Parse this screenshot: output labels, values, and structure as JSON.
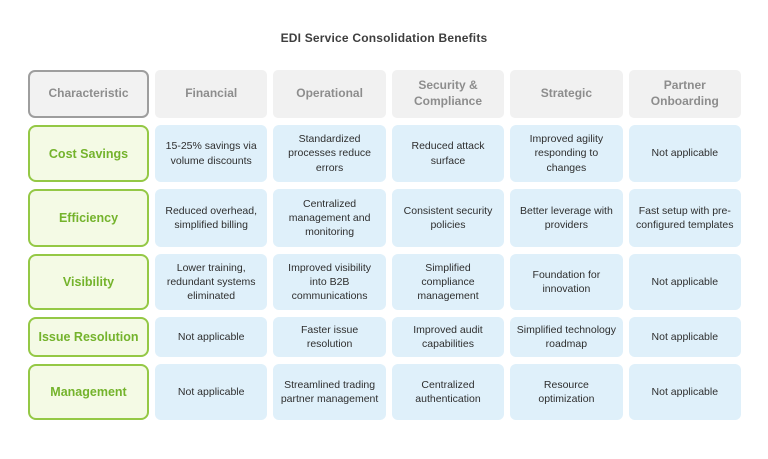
{
  "title": "EDI Service Consolidation Benefits",
  "colors": {
    "background": "#ffffff",
    "title_text": "#3e3e3e",
    "header_bg": "#f1f1f1",
    "header_text": "#8d8d8d",
    "header_first_border": "#9e9e9e",
    "row_label_bg": "#f4fae5",
    "row_label_border": "#94c845",
    "row_label_text": "#74b32c",
    "data_cell_bg": "#dff0fa",
    "data_cell_text": "#2e2e2e"
  },
  "columns": [
    "Characteristic",
    "Financial",
    "Operational",
    "Security & Compliance",
    "Strategic",
    "Partner Onboarding"
  ],
  "rows": [
    {
      "label": "Cost Savings",
      "cells": [
        "15-25% savings via volume discounts",
        "Standardized processes reduce errors",
        "Reduced attack surface",
        "Improved agility responding to changes",
        "Not applicable"
      ]
    },
    {
      "label": "Efficiency",
      "cells": [
        "Reduced overhead, simplified billing",
        "Centralized management and monitoring",
        "Consistent security policies",
        "Better leverage with providers",
        "Fast setup with pre-configured templates"
      ]
    },
    {
      "label": "Visibility",
      "cells": [
        "Lower training, redundant systems eliminated",
        "Improved visibility into B2B communications",
        "Simplified compliance management",
        "Foundation for innovation",
        "Not applicable"
      ]
    },
    {
      "label": "Issue Resolution",
      "cells": [
        "Not applicable",
        "Faster issue resolution",
        "Improved audit capabilities",
        "Simplified technology roadmap",
        "Not applicable"
      ]
    },
    {
      "label": "Management",
      "cells": [
        "Not applicable",
        "Streamlined trading partner management",
        "Centralized authentication",
        "Resource optimization",
        "Not applicable"
      ]
    }
  ]
}
